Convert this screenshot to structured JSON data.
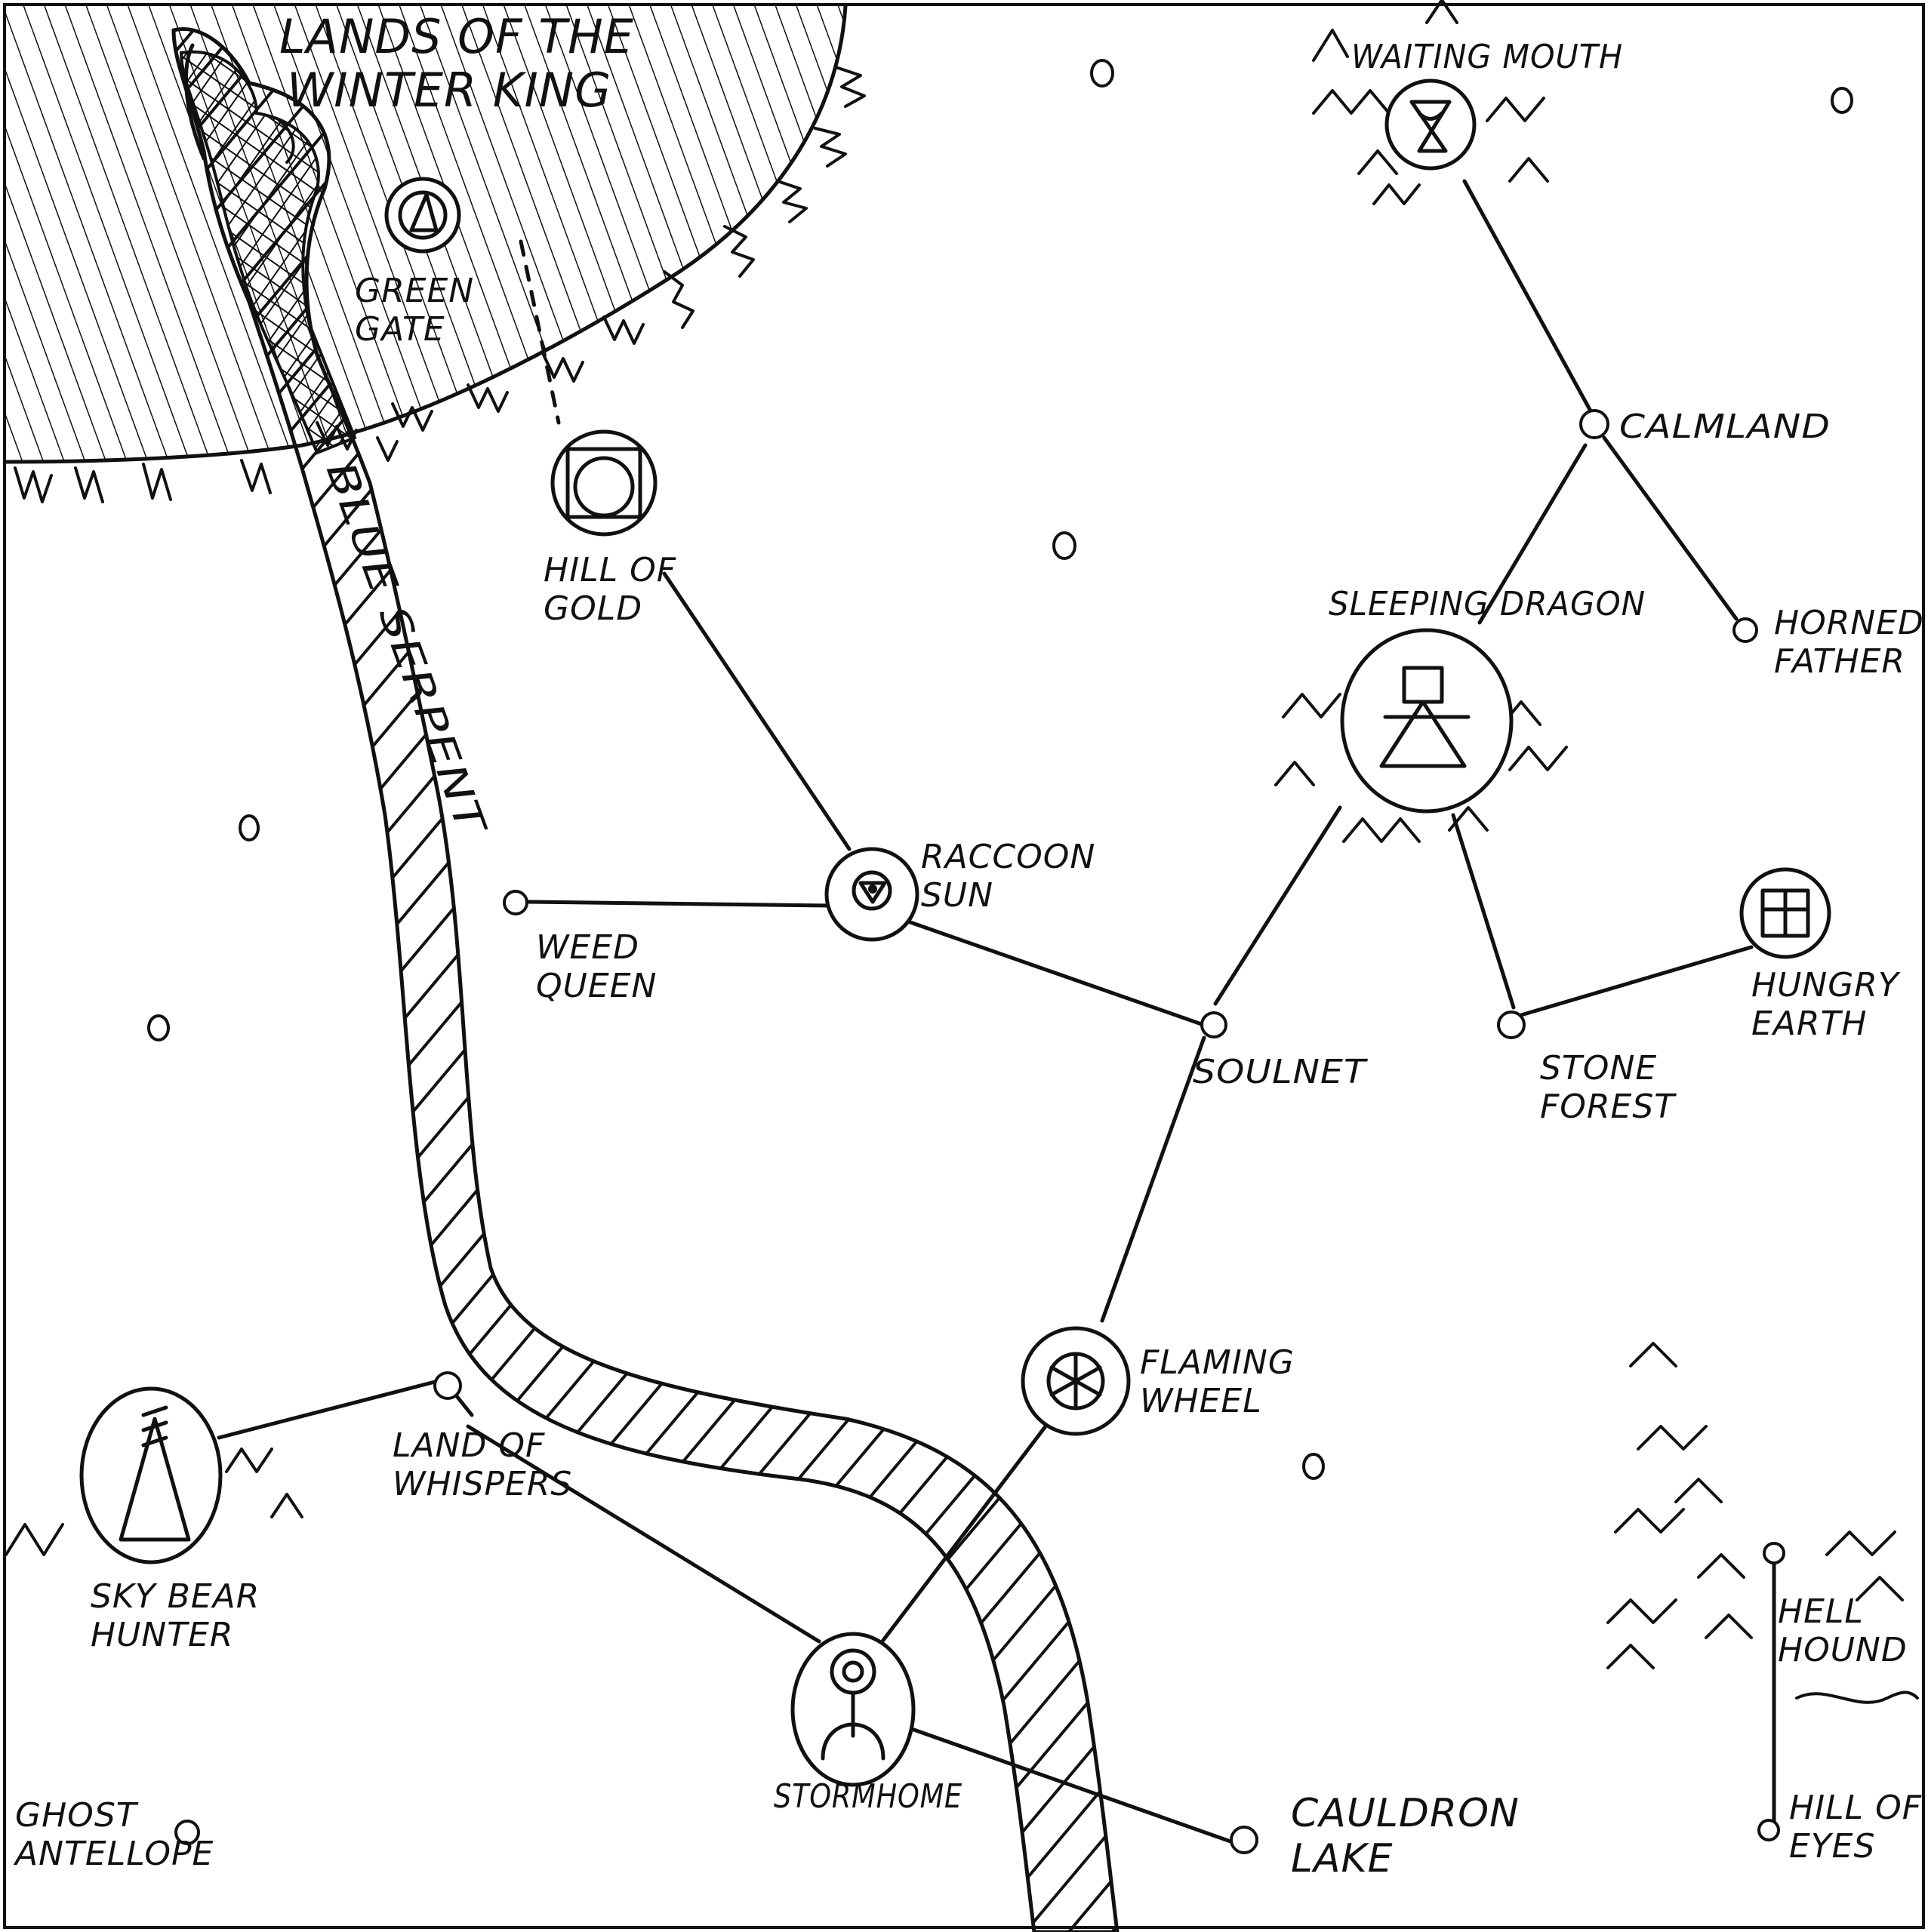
{
  "map": {
    "regions": {
      "winter_lands": "LANDS OF THE WINTER KING",
      "river": "BLUE SERPENT"
    },
    "locations": {
      "green_gate": "GREEN GATE",
      "hill_of_gold": "HILL OF GOLD",
      "waiting_mouth": "WAITING MOUTH",
      "calmland": "CALMLAND",
      "horned_father": "HORNED FATHER",
      "sleeping_dragon": "SLEEPING DRAGON",
      "raccoon_sun": "RACCOON SUN",
      "weed_queen": "WEED QUEEN",
      "soulnet": "SOULNET",
      "stone_forest": "STONE FOREST",
      "hungry_earth": "HUNGRY EARTH",
      "flaming_wheel": "FLAMING WHEEL",
      "land_of_whispers": "LAND OF WHISPERS",
      "sky_bear_hunter": "SKY BEAR HUNTER",
      "stormhome": "STORMHOME",
      "cauldron_lake": "CAULDRON LAKE",
      "hell_hound": "HELL HOUND",
      "hill_of_eyes": "HILL OF EYES",
      "ghost_antelope": "GHOST ANTELLOPE"
    },
    "colors": {
      "ink": "#111111",
      "paper": "#ffffff"
    },
    "icons": [
      "triangle-in-circle-icon",
      "square-circle-icon",
      "hourglass-skull-icon",
      "lantern-pyramid-icon",
      "eye-triangle-icon",
      "window-cross-icon",
      "wheel-spokes-icon",
      "teepee-icon",
      "spiral-figure-icon"
    ]
  }
}
